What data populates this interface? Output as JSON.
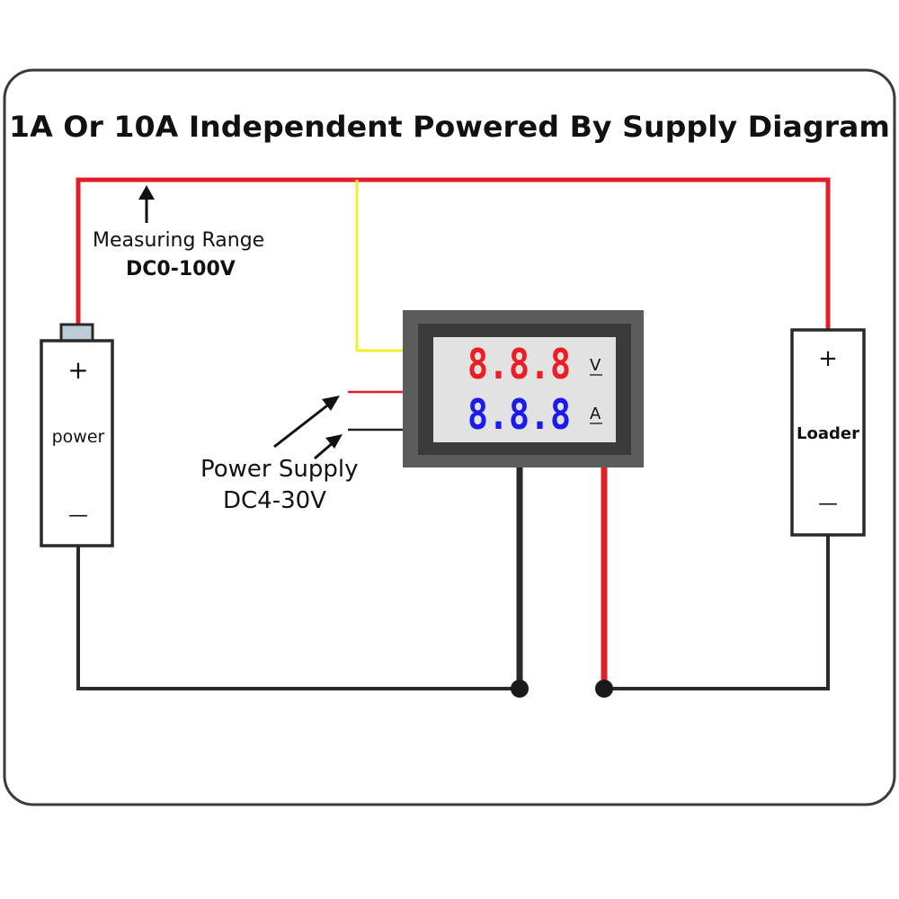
{
  "title": "1A Or 10A Independent Powered By Supply Diagram",
  "measuring_range": {
    "line1": "Measuring Range",
    "line2": "DC0-100V"
  },
  "power_supply": {
    "line1": "Power Supply",
    "line2": "DC4-30V"
  },
  "battery": {
    "label": "power",
    "plus": "+",
    "minus": "—"
  },
  "loader": {
    "label": "Loader",
    "plus": "+",
    "minus": "—"
  },
  "meter": {
    "voltage_display": "8.8.8",
    "current_display": "8.8.8",
    "voltage_unit": "V",
    "current_unit": "A",
    "voltage_color": "#ee1c24",
    "current_color": "#1b1bf0"
  },
  "colors": {
    "positive_wire": "#e01f2a",
    "negative_wire": "#2a2a2a",
    "signal_wire": "#f2ee2a"
  }
}
